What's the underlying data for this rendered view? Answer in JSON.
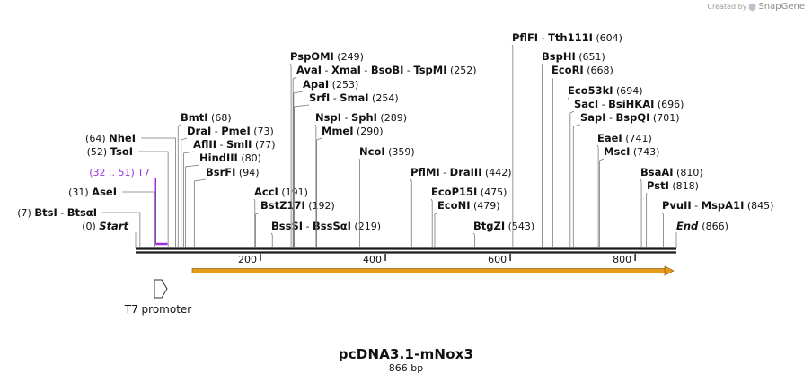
{
  "credit": {
    "prefix": "Created by",
    "brand": "SnapGene"
  },
  "title": "pcDNA3.1-mNox3",
  "subtitle": "866 bp",
  "sequence_length": 866,
  "ticks": [
    "200",
    "400",
    "600",
    "800"
  ],
  "tick_values": [
    200,
    400,
    600,
    800
  ],
  "start_label": "Start",
  "start_pos": "(0)",
  "end_label": "End",
  "end_pos": "(866)",
  "feature": {
    "name": "T7 promoter"
  },
  "primer": {
    "name": "T7",
    "range": "(32 .. 51)"
  },
  "sites": [
    {
      "names": [
        "BtsI",
        "BtsαI"
      ],
      "pos": "(7)",
      "bp": 7
    },
    {
      "names": [
        "AseI"
      ],
      "pos": "(31)",
      "bp": 31
    },
    {
      "names": [
        "TsoI"
      ],
      "pos": "(52)",
      "bp": 52
    },
    {
      "names": [
        "NheI"
      ],
      "pos": "(64)",
      "bp": 64
    },
    {
      "names": [
        "BmtI"
      ],
      "pos": "(68)",
      "bp": 68
    },
    {
      "names": [
        "DraI",
        "PmeI"
      ],
      "pos": "(73)",
      "bp": 73
    },
    {
      "names": [
        "AflII",
        "SmlI"
      ],
      "pos": "(77)",
      "bp": 77
    },
    {
      "names": [
        "HindIII"
      ],
      "pos": "(80)",
      "bp": 80
    },
    {
      "names": [
        "BsrFI"
      ],
      "pos": "(94)",
      "bp": 94
    },
    {
      "names": [
        "AccI"
      ],
      "pos": "(191)",
      "bp": 191
    },
    {
      "names": [
        "BstZ17I"
      ],
      "pos": "(192)",
      "bp": 192
    },
    {
      "names": [
        "BssSI",
        "BssSαI"
      ],
      "pos": "(219)",
      "bp": 219
    },
    {
      "names": [
        "PspOMI"
      ],
      "pos": "(249)",
      "bp": 249
    },
    {
      "names": [
        "AvaI",
        "XmaI",
        "BsoBI",
        "TspMI"
      ],
      "pos": "(252)",
      "bp": 252
    },
    {
      "names": [
        "ApaI"
      ],
      "pos": "(253)",
      "bp": 253
    },
    {
      "names": [
        "SrfI",
        "SmaI"
      ],
      "pos": "(254)",
      "bp": 254
    },
    {
      "names": [
        "NspI",
        "SphI"
      ],
      "pos": "(289)",
      "bp": 289
    },
    {
      "names": [
        "MmeI"
      ],
      "pos": "(290)",
      "bp": 290
    },
    {
      "names": [
        "NcoI"
      ],
      "pos": "(359)",
      "bp": 359
    },
    {
      "names": [
        "PflMI",
        "DraIII"
      ],
      "pos": "(442)",
      "bp": 442
    },
    {
      "names": [
        "EcoP15I"
      ],
      "pos": "(475)",
      "bp": 475
    },
    {
      "names": [
        "EcoNI"
      ],
      "pos": "(479)",
      "bp": 479
    },
    {
      "names": [
        "BtgZI"
      ],
      "pos": "(543)",
      "bp": 543
    },
    {
      "names": [
        "PflFI",
        "Tth111I"
      ],
      "pos": "(604)",
      "bp": 604
    },
    {
      "names": [
        "BspHI"
      ],
      "pos": "(651)",
      "bp": 651
    },
    {
      "names": [
        "EcoRI"
      ],
      "pos": "(668)",
      "bp": 668
    },
    {
      "names": [
        "Eco53kI"
      ],
      "pos": "(694)",
      "bp": 694
    },
    {
      "names": [
        "SacI",
        "BsiHKAI"
      ],
      "pos": "(696)",
      "bp": 696
    },
    {
      "names": [
        "SapI",
        "BspQI"
      ],
      "pos": "(701)",
      "bp": 701
    },
    {
      "names": [
        "EaeI"
      ],
      "pos": "(741)",
      "bp": 741
    },
    {
      "names": [
        "MscI"
      ],
      "pos": "(743)",
      "bp": 743
    },
    {
      "names": [
        "BsaAI"
      ],
      "pos": "(810)",
      "bp": 810
    },
    {
      "names": [
        "PstI"
      ],
      "pos": "(818)",
      "bp": 818
    },
    {
      "names": [
        "PvuII",
        "MspA1I"
      ],
      "pos": "(845)",
      "bp": 845
    }
  ],
  "colors": {
    "backbone": "#1a1a1a",
    "orf_arrow": "#e69a1a",
    "primer": "#9b30d9",
    "leader": "#7a7a7a"
  }
}
